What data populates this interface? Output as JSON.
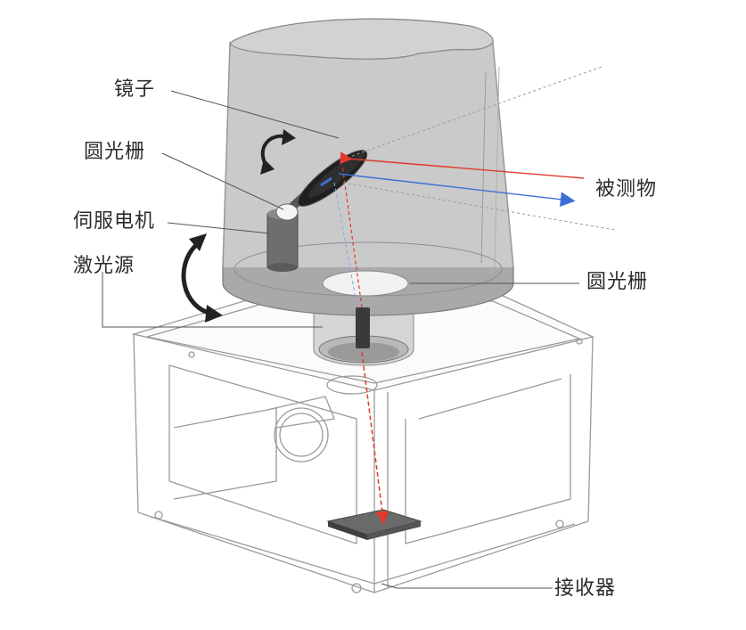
{
  "labels": {
    "mirror": "镜子",
    "circular_grating_left": "圆光栅",
    "servo_motor": "伺服电机",
    "laser_source": "激光源",
    "measured_object": "被测物",
    "circular_grating_right": "圆光栅",
    "receiver": "接收器"
  },
  "colors": {
    "laser_beam": "#e03a2a",
    "reflected_beam": "#3d6fd6",
    "housing_fill": "#bdbdbd",
    "outline": "#8a8a8a",
    "label_text": "#2b2b2b"
  }
}
